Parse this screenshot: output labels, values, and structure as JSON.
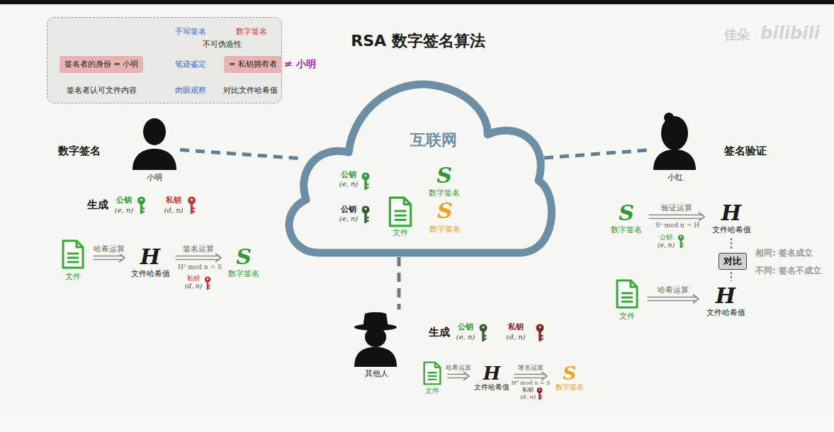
{
  "diagram": {
    "title": "RSA 数字签名算法",
    "nodes": [
      {
        "text": [
          "手写签名",
          "数字签名",
          "不可伪造性",
          "笔迹鉴定",
          "签名者认可文件内容",
          "肉眼观察",
          "对比文件哈希值"
        ]
      },
      {
        "text": [
          "签名者的身份 = 小明"
        ],
        "in": 0
      },
      {
        "text": [
          "= 私钥拥有者"
        ],
        "in": 0
      },
      {
        "text": [
          "小明"
        ]
      },
      {
        "text": [
          "互联网",
          "公钥",
          "(e, n)",
          "S",
          "数字签名",
          "公钥",
          "(e, n)",
          "文件",
          "S",
          "数字签名"
        ]
      },
      {
        "text": [
          "小红"
        ]
      },
      {
        "text": [
          "其他人"
        ]
      },
      {
        "text": [
          "文件"
        ]
      },
      {
        "text": [
          "H",
          "文件哈希值"
        ]
      },
      {
        "text": [
          "S",
          "数字签名"
        ]
      },
      {
        "text": [
          "S",
          "数字签名"
        ]
      },
      {
        "text": [
          "H",
          "文件哈希值"
        ]
      },
      {
        "text": [
          "对比"
        ]
      },
      {
        "text": [
          "文件"
        ]
      },
      {
        "text": [
          "H",
          "文件哈希值"
        ]
      },
      {
        "text": [
          "文件"
        ]
      },
      {
        "text": [
          "H",
          "文件哈希值"
        ]
      },
      {
        "text": [
          "S",
          "数字签名"
        ]
      }
    ],
    "edges": [
      {
        "from": 3,
        "to": 4,
        "arrow": "none"
      },
      {
        "from": 4,
        "to": 5,
        "arrow": "none"
      },
      {
        "from": 4,
        "to": 6,
        "arrow": "none"
      },
      {
        "from": 7,
        "to": 8,
        "label": "哈希运算",
        "arrow": "to"
      },
      {
        "from": 8,
        "to": 9,
        "label": "签名运算",
        "arrow": "to"
      },
      {
        "from": 10,
        "to": 11,
        "label": "验证运算",
        "arrow": "to"
      },
      {
        "from": 11,
        "to": 12,
        "arrow": "none"
      },
      {
        "from": 12,
        "to": 14,
        "arrow": "none"
      },
      {
        "from": 13,
        "to": 14,
        "label": "哈希运算",
        "arrow": "to"
      },
      {
        "from": 15,
        "to": 16,
        "label": "哈希运算",
        "arrow": "to"
      },
      {
        "from": 16,
        "to": 17,
        "label": "签名运算",
        "arrow": "to"
      }
    ],
    "labels": [
      "≠ 小明",
      "佳朵",
      "bilibili",
      "数字签名",
      "签名验证",
      "生成",
      "公钥",
      "(e, n)",
      "私钥",
      "(d, n)",
      "Hᵈ mod n = S",
      "私钥",
      "(d, n)",
      "Sᵉ mod n = H",
      "公钥",
      "(e, n)",
      "相同: 签名成立",
      "不同: 签名不成立",
      "生成",
      "公钥",
      "(e, n)",
      "私钥",
      "(d, n)",
      "Hᵈ mod n = S",
      "私钥",
      "(d, n)"
    ]
  }
}
